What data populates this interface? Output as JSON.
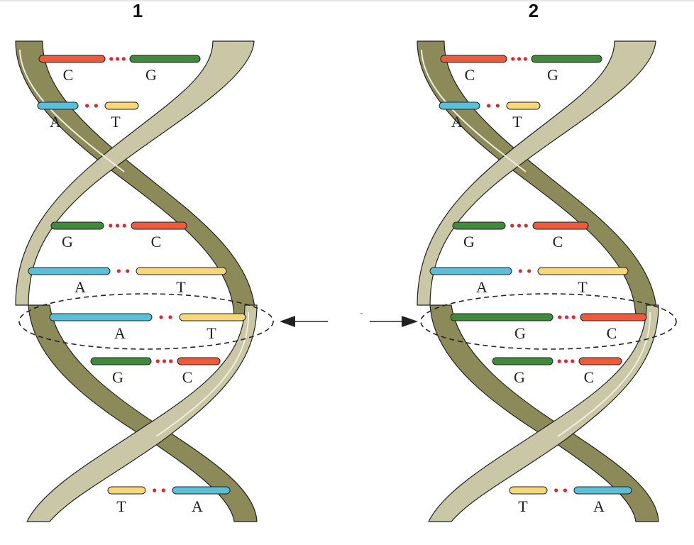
{
  "colors": {
    "A": "#5bbfd9",
    "T": "#f6d77a",
    "G": "#3f8a3c",
    "C": "#ee5b3c",
    "hydrogen_bond": "#e0262b",
    "backbone_front": "#c9c7a6",
    "backbone_back": "#8b8a58",
    "outline": "#222222"
  },
  "panels": [
    {
      "label": "1",
      "pairs": [
        {
          "left": "C",
          "right": "G",
          "bonds": 3
        },
        {
          "left": "A",
          "right": "T",
          "bonds": 2
        },
        {
          "left": "G",
          "right": "C",
          "bonds": 3
        },
        {
          "left": "A",
          "right": "T",
          "bonds": 2
        },
        {
          "left": "A",
          "right": "T",
          "bonds": 2,
          "highlighted": true
        },
        {
          "left": "G",
          "right": "C",
          "bonds": 3
        },
        {
          "left": "T",
          "right": "A",
          "bonds": 2
        }
      ]
    },
    {
      "label": "2",
      "pairs": [
        {
          "left": "C",
          "right": "G",
          "bonds": 3
        },
        {
          "left": "A",
          "right": "T",
          "bonds": 2
        },
        {
          "left": "G",
          "right": "C",
          "bonds": 3
        },
        {
          "left": "A",
          "right": "T",
          "bonds": 2
        },
        {
          "left": "G",
          "right": "C",
          "bonds": 3,
          "highlighted": true
        },
        {
          "left": "G",
          "right": "C",
          "bonds": 3
        },
        {
          "left": "T",
          "right": "A",
          "bonds": 2
        }
      ]
    }
  ]
}
